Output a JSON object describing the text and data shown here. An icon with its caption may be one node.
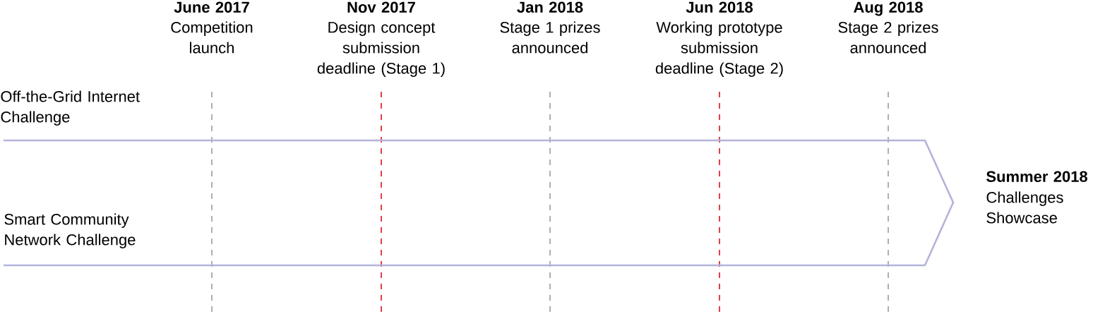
{
  "diagram": {
    "labels": [
      "June 2017",
      "Competition launch",
      "Nov 2017",
      "Design concept submission deadline (Stage 1)",
      "Jan 2018",
      "Stage 1 prizes announced",
      "Jun 2018",
      "Working prototype submission deadline (Stage 2)",
      "Aug 2018",
      "Stage 2 prizes announced",
      "Off-the-Grid Internet Challenge",
      "Summer 2018",
      "Challenges Showcase",
      "Smart Community Network Challenge"
    ]
  }
}
